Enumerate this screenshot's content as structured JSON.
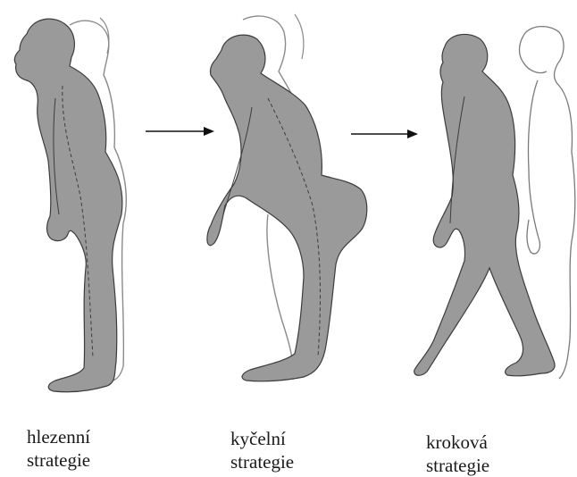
{
  "captions": [
    {
      "line1": "hlezenní",
      "line2": "strategie"
    },
    {
      "line1": "kyčelní",
      "line2": "strategie"
    },
    {
      "line1": "kroková",
      "line2": "strategie"
    }
  ],
  "colors": {
    "figure_fill": "#9a9a9a",
    "figure_stroke": "#3c3c3c",
    "outline_stroke": "#8a8a8a",
    "arrow": "#111111"
  },
  "icons": [
    "arrow-right-icon",
    "arrow-right-icon"
  ]
}
